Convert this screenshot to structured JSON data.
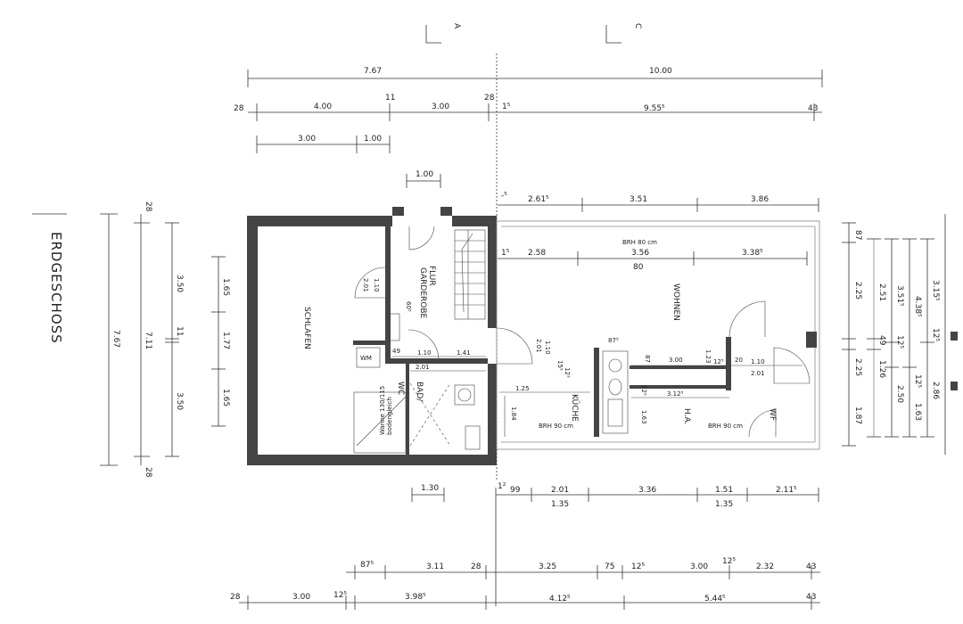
{
  "title": "ERDGESCHOSS",
  "sections": {
    "a": "A",
    "c": "C"
  },
  "rooms": {
    "schlafen": "SCHLAFEN",
    "wohnen": "WOHNEN",
    "flur": "FLUR",
    "garderobe": "GARDEROBE",
    "bad": "BAD/",
    "wc": "WC",
    "kueche": "KÜCHE",
    "ha": "H.A.",
    "wf": "WF",
    "wm": "WM"
  },
  "notes": {
    "brh_top": "BRH 80 cm",
    "brh_kitchen": "BRH 90 cm",
    "brh_ha": "BRH 90 cm",
    "wanne1": "Wanne 130/115",
    "wanne2": "bodengleich",
    "val80": "80"
  },
  "top_dims": {
    "total_left": "7.67",
    "total_right": "10.00",
    "r2": [
      "28",
      "4.00",
      "11",
      "3.00",
      "28",
      "1⁵",
      "9.55⁵",
      "43"
    ],
    "r3": [
      "3.00",
      "1.00"
    ],
    "r4": "1.00",
    "r5": [
      "-⁵",
      "2.61⁵",
      "3.51",
      "3.86"
    ],
    "r6": [
      "1⁵",
      "2.58",
      "3.56",
      "3.38⁵"
    ]
  },
  "left_dims": {
    "total": "7.67",
    "r2": "7.11",
    "top": "28",
    "bottom": "28",
    "r3": [
      "3.50",
      "11",
      "3.50"
    ],
    "r4": [
      "1.65",
      "1.77",
      "1.65"
    ]
  },
  "right_dims": {
    "r1": [
      "87",
      "2.25",
      "2.25",
      "1.87"
    ],
    "r2": [
      "2.51",
      "49",
      "1.26"
    ],
    "r3": [
      "3.51⁵",
      "12⁵",
      "2.50"
    ],
    "r4": [
      "4.38⁵",
      "12⁵",
      "1.63"
    ],
    "r5": [
      "3.15⁵",
      "12⁵",
      "2.86"
    ]
  },
  "bottom_dims": {
    "b0": "1.30",
    "b1": [
      "1²",
      "99",
      "2.01",
      "3.36",
      "1.51",
      "2.11⁵"
    ],
    "b1sub": [
      "1.35",
      "1.35"
    ],
    "b2": [
      "87⁵",
      "3.11",
      "28",
      "3.25",
      "75",
      "12⁵",
      "3.00",
      "12⁵",
      "2.32",
      "43"
    ],
    "b3": [
      "28",
      "3.00",
      "12⁵",
      "3.98⁵",
      "4.12⁵",
      "5.44⁵",
      "43"
    ]
  },
  "interior_dims": {
    "flur": [
      "1.10",
      "2.01",
      "60⁵",
      "49",
      "1.10",
      "1.41",
      "2.01"
    ],
    "stair": [
      "1.10",
      "2.01",
      "15⁵",
      "12⁵"
    ],
    "kueche": [
      "87⁵",
      "87",
      "1.25",
      "1.84",
      "12⁵"
    ],
    "ha": [
      "3.00",
      "1.23",
      "12⁵",
      "20",
      "1.10",
      "2.01",
      "3.12⁵",
      "1.63"
    ]
  }
}
